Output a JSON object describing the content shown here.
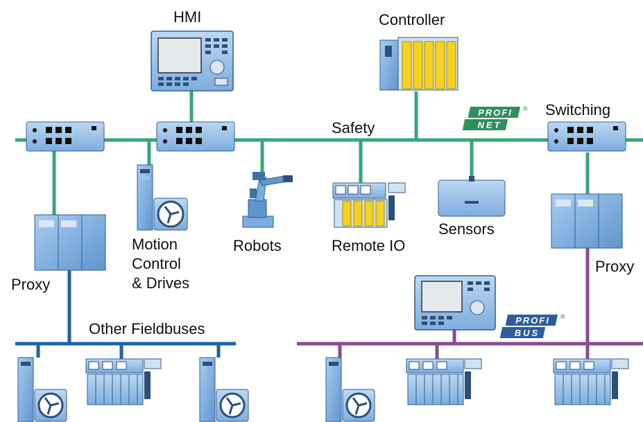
{
  "labels": {
    "hmi": "HMI",
    "controller": "Controller",
    "switching": "Switching",
    "safety": "Safety",
    "proxy_left": "Proxy",
    "proxy_right": "Proxy",
    "motion_line1": "Motion",
    "motion_line2": "Control",
    "motion_line3": "& Drives",
    "robots": "Robots",
    "remote_io": "Remote IO",
    "sensors": "Sensors",
    "other_fieldbuses": "Other Fieldbuses"
  },
  "logos": {
    "profinet_top": "PROFI",
    "profinet_bottom": "NET",
    "profibus_top": "PROFI",
    "profibus_bottom": "BUS",
    "registered": "®"
  },
  "colors": {
    "profinet_line": "#3aa57a",
    "fieldbus_line": "#1f64a8",
    "profibus_line": "#8a4b93",
    "device_fill": "#7aaee0",
    "device_dark": "#3d6fa8",
    "io_yellow": "#f6d21e"
  },
  "icons": [
    "hmi-panel-icon",
    "controller-plc-icon",
    "network-switch-icon",
    "drive-motor-icon",
    "robot-arm-icon",
    "remote-io-icon",
    "sensor-box-icon",
    "proxy-gateway-icon",
    "profinet-logo",
    "profibus-logo"
  ]
}
